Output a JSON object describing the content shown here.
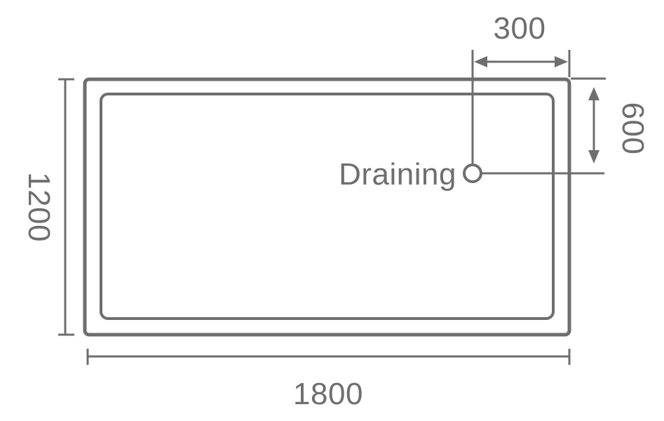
{
  "diagram": {
    "drain_label": "Draining",
    "dimensions": {
      "tray_width": "1800",
      "tray_height": "1200",
      "drain_offset_from_right": "300",
      "drain_offset_from_top": "600"
    },
    "colors": {
      "line": "#6e6e6e",
      "text": "#6e6e6e",
      "background": "#ffffff"
    }
  }
}
